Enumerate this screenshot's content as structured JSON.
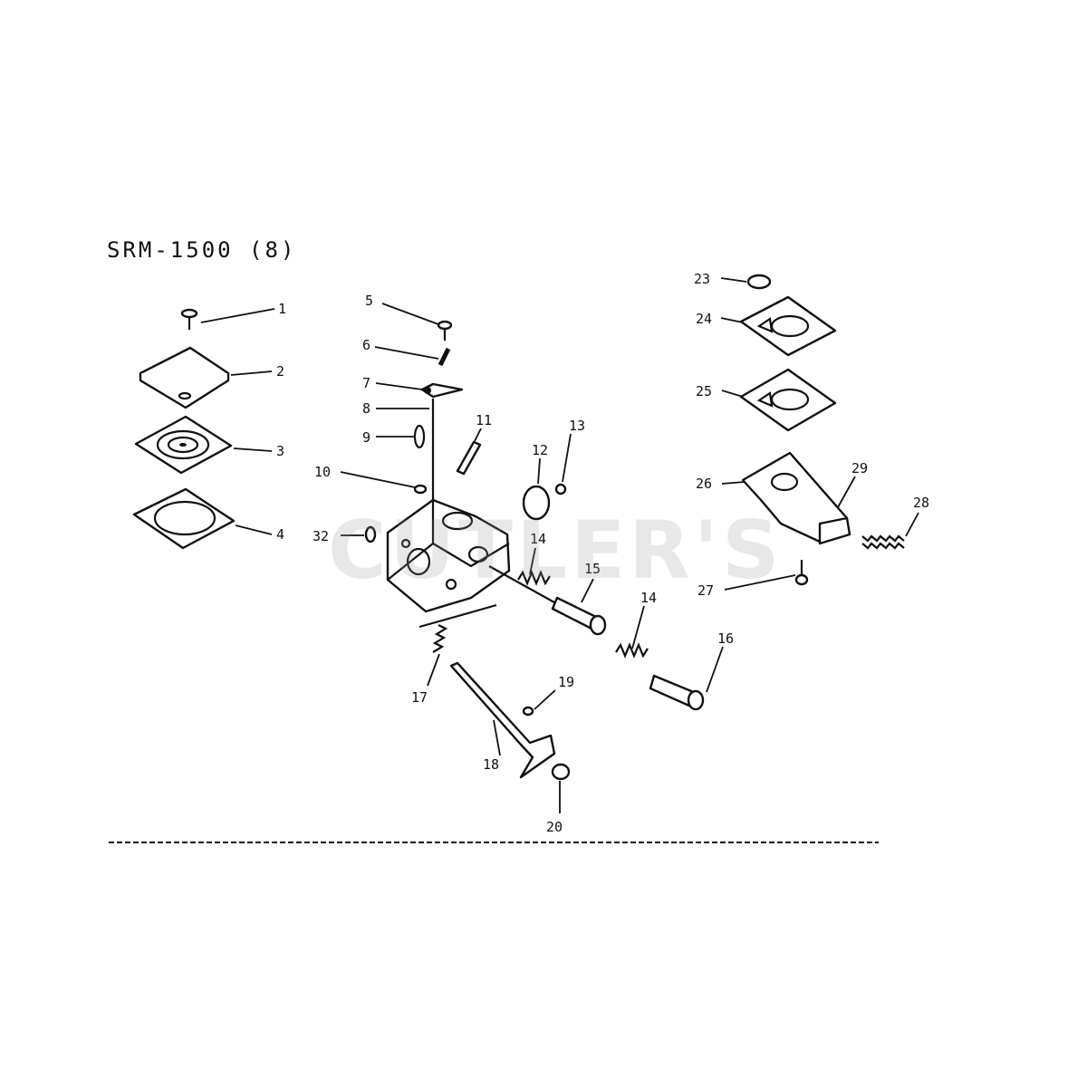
{
  "title": "SRM-1500  (8)",
  "watermark": "CUTLER'S",
  "colors": {
    "ink": "#111111",
    "background": "#ffffff",
    "watermark": "#bcbcbc"
  },
  "callouts": [
    "1",
    "2",
    "3",
    "4",
    "5",
    "6",
    "7",
    "8",
    "9",
    "10",
    "11",
    "12",
    "13",
    "14",
    "15",
    "14",
    "16",
    "17",
    "18",
    "19",
    "20",
    "23",
    "24",
    "25",
    "26",
    "27",
    "28",
    "29",
    "32"
  ]
}
